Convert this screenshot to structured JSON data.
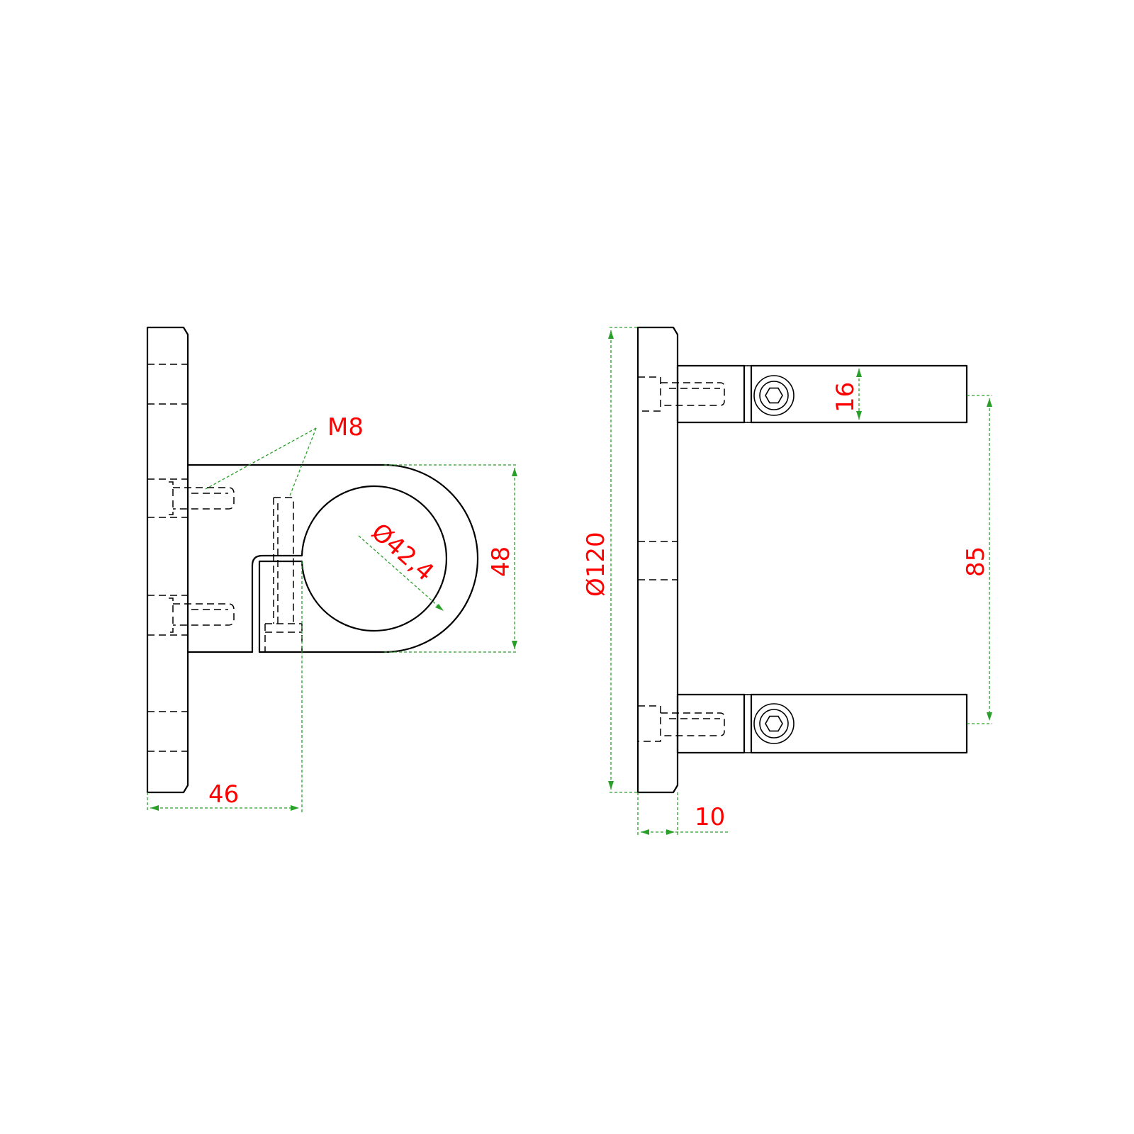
{
  "dimensions": {
    "thread": "M8",
    "pipe_diameter": "Ø42,4",
    "clamp_height": "48",
    "projection": "46",
    "plate_diameter": "Ø120",
    "plate_thickness": "10",
    "arm_height": "16",
    "arm_spacing": "85"
  },
  "colors": {
    "outline": "#000000",
    "dimension_line": "#2aa02a",
    "dimension_text": "#ff0000"
  }
}
